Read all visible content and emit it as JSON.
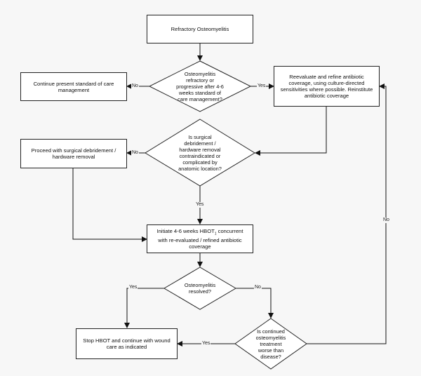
{
  "nodes": {
    "start": "Refractory Osteomyelitis",
    "decision_refractory": "Osteomyelitis\nrefractory or\nprogressive after 4-6\nweeks standard of\ncare management?",
    "continue_care": "Continue present standard of care\nmanagement",
    "reevaluate": "Reevaluate and refine antibiotic\ncoverage, using culture-directed\nsensitivities where possible. Reinstitute\nantibiotic coverage",
    "decision_surgical": "Is surgical\ndebridement /\nhardware removal\ncontraindicated or\ncomplicated by\nanatomic location?",
    "surgical_debridement": "Proceed with surgical debridement /\nhardware removal",
    "hbot_prefix": "Initiate 4-6 weeks HBOT",
    "hbot_sub": "1",
    "hbot_suffix": " concurrent\nwith re-evaluated / refined antibiotic\ncoverage",
    "decision_resolved": "Osteomyelitis\nresolved?",
    "decision_worse": "Is continued\nosteomyelitis\ntreatment\nworse than\ndisease?",
    "stop_hbot": "Stop HBOT and continue with wound\ncare as indicated"
  },
  "edge_labels": {
    "refractory_no": "No",
    "refractory_yes": "Yes",
    "surgical_no": "No",
    "surgical_yes": "Yes",
    "resolved_yes": "Yes",
    "resolved_no": "No",
    "worse_yes": "Yes",
    "worse_no": "No"
  }
}
